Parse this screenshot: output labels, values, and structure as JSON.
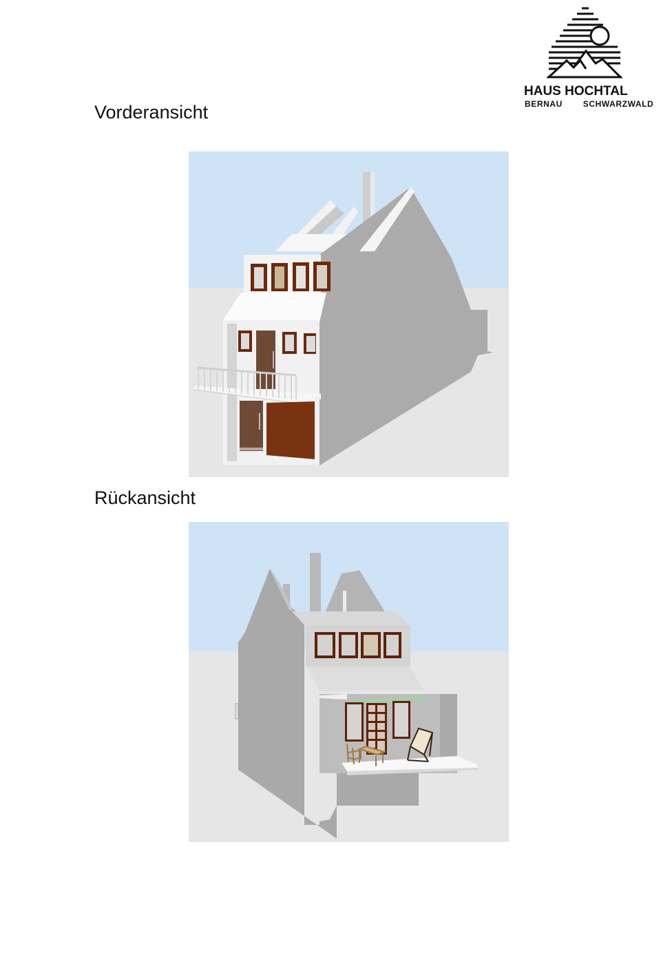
{
  "logo": {
    "title": "HAUS HOCHTAL",
    "subtitle": "BERNAU   SCHWARZWALD",
    "icon": "house-mountains-sun-icon"
  },
  "sections": [
    {
      "title": "Vorderansicht",
      "image": "house-front-3d-render"
    },
    {
      "title": "Rückansicht",
      "image": "house-back-3d-render"
    }
  ],
  "colors": {
    "sky": "#cfe3f7",
    "ground": "#e6e6e6",
    "wall_shadow": "#aaaaaa",
    "wall_light": "#f4f4f4",
    "window_frame": "#6b2a0c",
    "garage_door": "#7a3310",
    "wood_door": "#6e4a36"
  }
}
